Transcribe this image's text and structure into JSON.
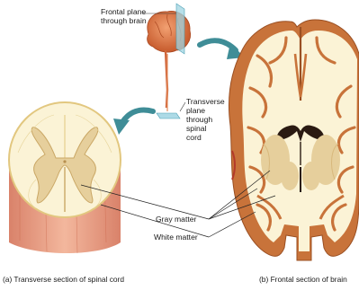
{
  "labels": {
    "frontal_plane": [
      "Frontal plane",
      "through brain"
    ],
    "transverse_plane": [
      "Transverse",
      "plane",
      "through",
      "spinal",
      "cord"
    ],
    "gray_matter": "Gray matter",
    "white_matter": "White matter"
  },
  "captions": {
    "spinal_cord": "(a) Transverse section of spinal cord",
    "brain": "(b) Frontal section of brain"
  },
  "colors": {
    "white_matter": "#fbf3d6",
    "gray_matter": "#e6cf9c",
    "brain_tissue": "#c8733a",
    "spinal_cord_tissue": "#e8a68a",
    "arrow": "#3f8d97",
    "plane": "#9fd4e2",
    "brain_icon": "#e07a4a"
  }
}
